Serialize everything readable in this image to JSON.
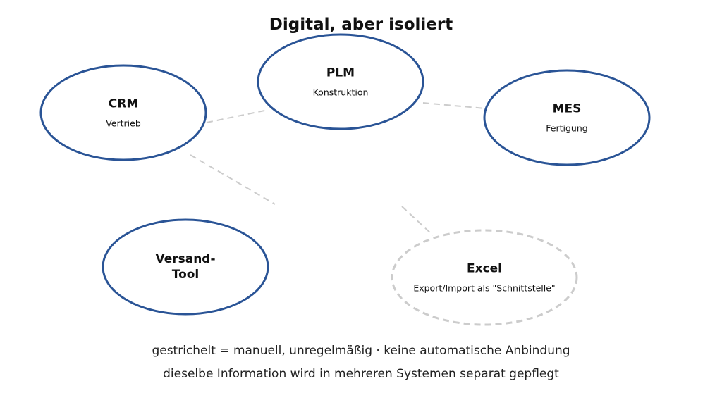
{
  "title": "Digital, aber isoliert",
  "nodes": {
    "crm": {
      "name": "CRM",
      "sub": "Vertrieb"
    },
    "plm": {
      "name": "PLM",
      "sub": "Konstruktion"
    },
    "mes": {
      "name": "MES",
      "sub": "Fertigung"
    },
    "versand": {
      "name": "Versand-\nTool"
    },
    "excel": {
      "name": "Excel",
      "sub": "Export/Import als \"Schnittstelle\""
    }
  },
  "legend": {
    "line1": "gestrichelt = manuell, unregelmäßig · keine automatische Anbindung",
    "line2": "dieselbe Information wird in mehreren Systemen separat gepflegt"
  },
  "colors": {
    "node_stroke": "#2a5496",
    "dashed": "#cccccc"
  }
}
